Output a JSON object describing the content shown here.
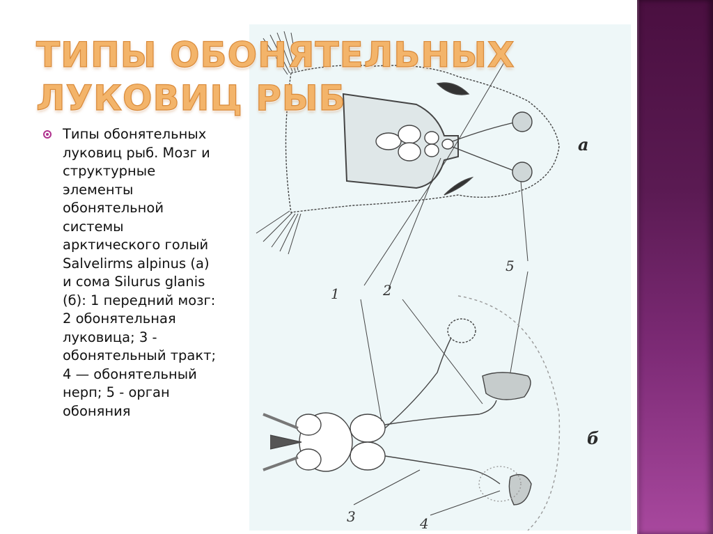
{
  "slide": {
    "title": "Типы обонятельных луковиц рыб",
    "bullets": [
      {
        "text": "Типы обонятельных\nлуковиц рыб. Мозг и\nструктурные\nэлементы\nобонятельной\nсистемы\nарктического голый\nSalvelirms alpinus (а)\nи сома Silurus glanis\n(б): 1 передний мозг:\n2 обонятельная\nлуковица; 3 -\nобонятельный тракт;\n4 — обонятельный\nнерп; 5 - орган\nобоняния"
      }
    ],
    "colors": {
      "title": "#f3b46a",
      "title_outline": "#d98a3a",
      "bullet": "#b0338f",
      "side_band_top": "#4a0f40",
      "side_band_bottom": "#a8489e",
      "figure_bg": "#eef7f8"
    }
  },
  "figure": {
    "panel_labels": {
      "a": "а",
      "b": "б"
    },
    "numbers": [
      "1",
      "2",
      "3",
      "4",
      "5"
    ]
  }
}
